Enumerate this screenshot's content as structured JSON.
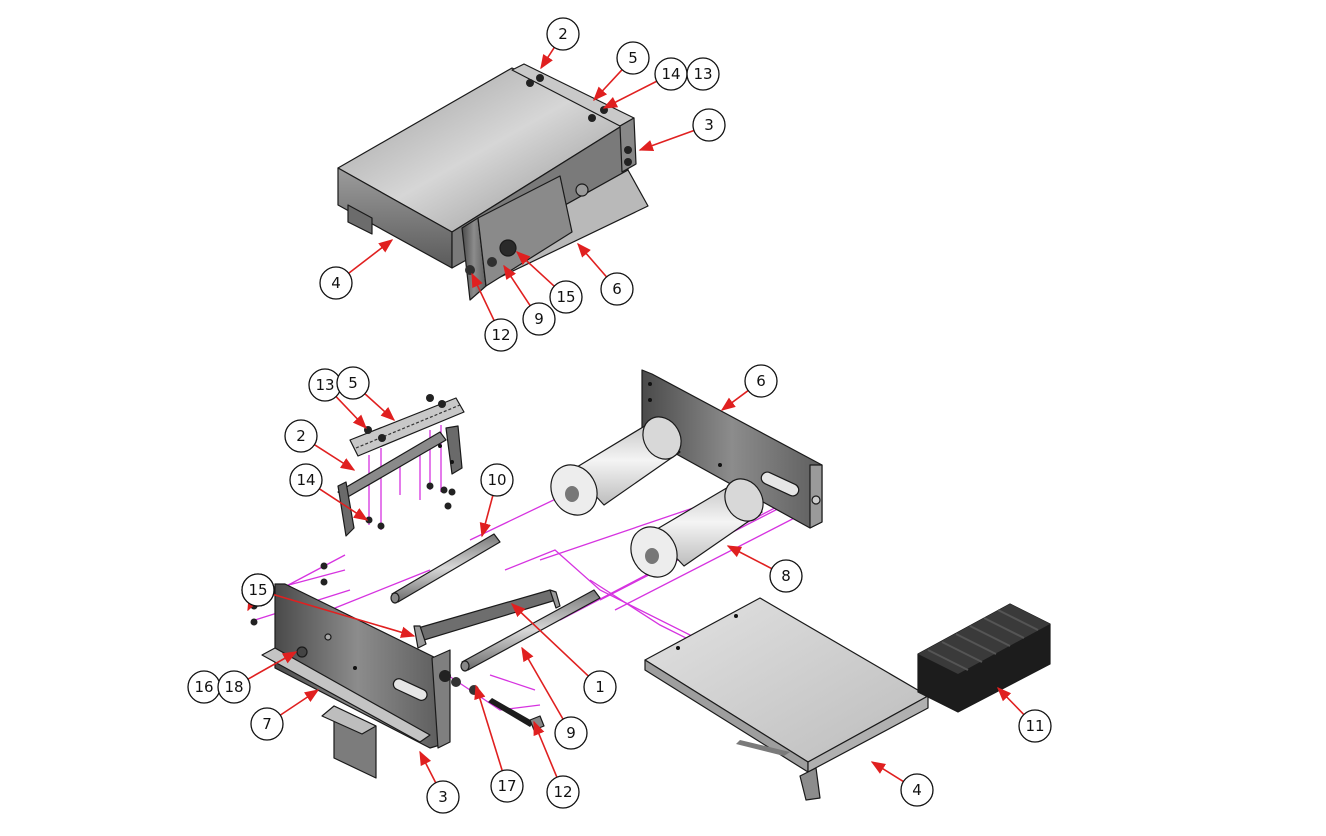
{
  "colors": {
    "leader": "#e02020",
    "axis": "#d633e0",
    "metal_light": "#d4d4d4",
    "metal_dark": "#6e6e6e",
    "outline": "#1a1a1a",
    "foam": "#1c1c1c"
  },
  "parts": {
    "cover_plate": "1",
    "hinge_bracket": "2",
    "side_panel_front": "3",
    "base_tray": "4",
    "hinge": "5",
    "side_panel_rear": "6",
    "side_panel_left": "7",
    "roller": "8",
    "long_shaft": "9",
    "short_shaft": "10",
    "foam_pad": "11",
    "long_bolt": "12",
    "hex_nut": "13",
    "screw": "14",
    "knob": "15",
    "washer": "16",
    "spacer": "17",
    "bolt": "18"
  }
}
